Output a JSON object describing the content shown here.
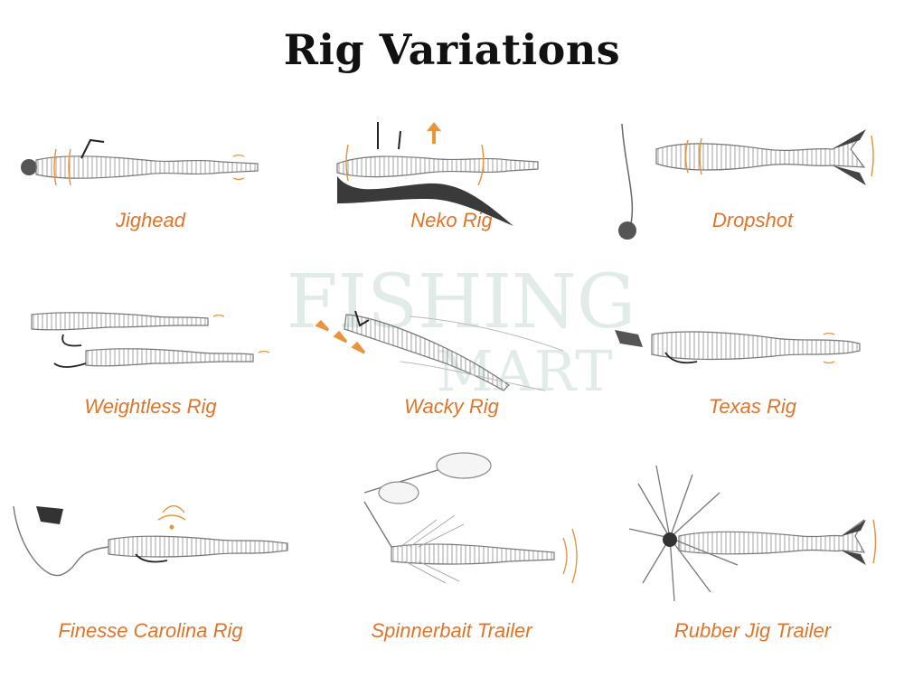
{
  "title": "Rig Variations",
  "watermark": {
    "line1": "FISHING",
    "line2": "MART"
  },
  "accent_color": "#e0742a",
  "rigs": [
    {
      "label": "Jighead",
      "icon": "jighead-lure-icon"
    },
    {
      "label": "Neko Rig",
      "icon": "neko-rig-lure-icon"
    },
    {
      "label": "Dropshot",
      "icon": "dropshot-lure-icon"
    },
    {
      "label": "Weightless Rig",
      "icon": "weightless-rig-lure-icon"
    },
    {
      "label": "Wacky Rig",
      "icon": "wacky-rig-lure-icon"
    },
    {
      "label": "Texas Rig",
      "icon": "texas-rig-lure-icon"
    },
    {
      "label": "Finesse Carolina Rig",
      "icon": "finesse-carolina-rig-lure-icon"
    },
    {
      "label": "Spinnerbait Trailer",
      "icon": "spinnerbait-trailer-lure-icon"
    },
    {
      "label": "Rubber Jig Trailer",
      "icon": "rubber-jig-trailer-lure-icon"
    }
  ]
}
